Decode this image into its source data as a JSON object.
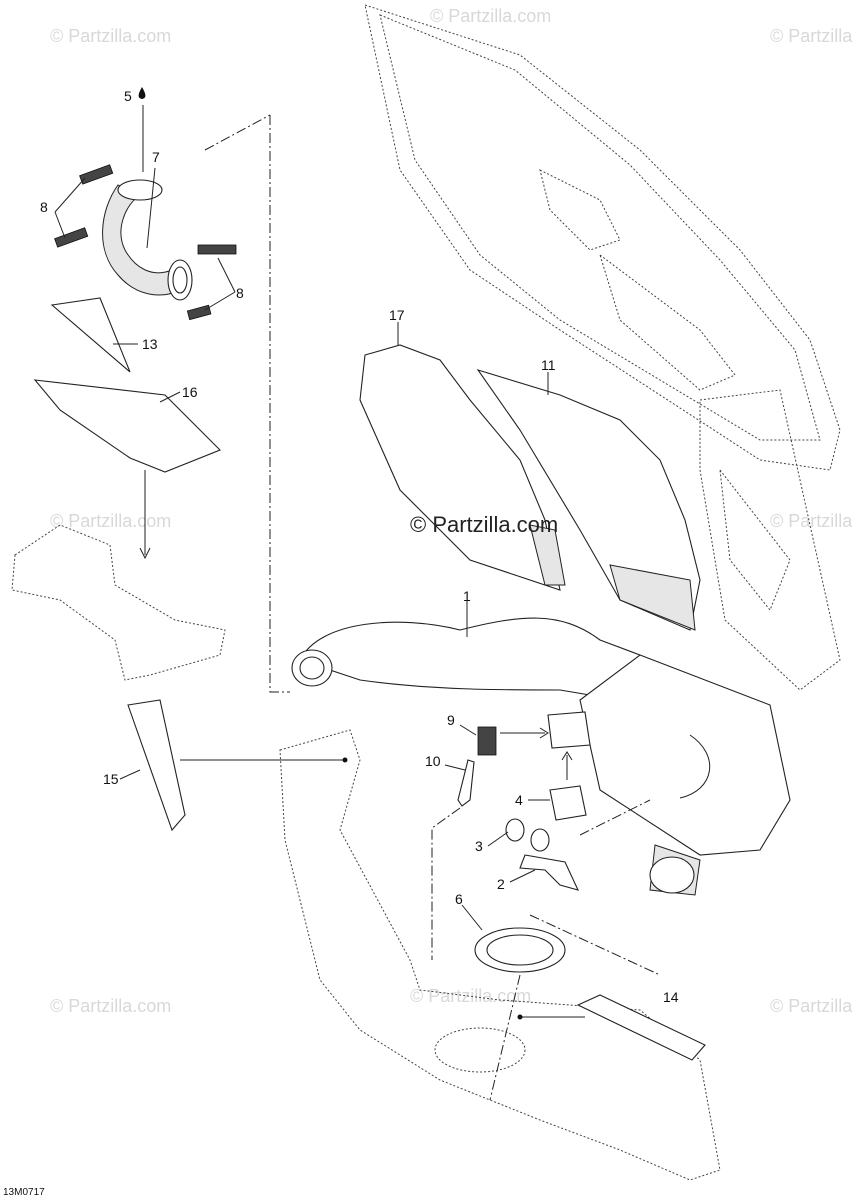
{
  "diagram": {
    "watermark_main": "© Partzilla.com",
    "watermark_faint": "© Partzilla.com",
    "drawing_code": "13M0717",
    "callouts": {
      "c1": "1",
      "c2": "2",
      "c3": "3",
      "c4": "4",
      "c5": "5",
      "c6": "6",
      "c7": "7",
      "c8a": "8",
      "c8b": "8",
      "c9": "9",
      "c10": "10",
      "c11": "11",
      "c13": "13",
      "c14": "14",
      "c15": "15",
      "c16": "16",
      "c17": "17"
    },
    "icons": {
      "callout_5": "oil-drop-icon"
    }
  }
}
